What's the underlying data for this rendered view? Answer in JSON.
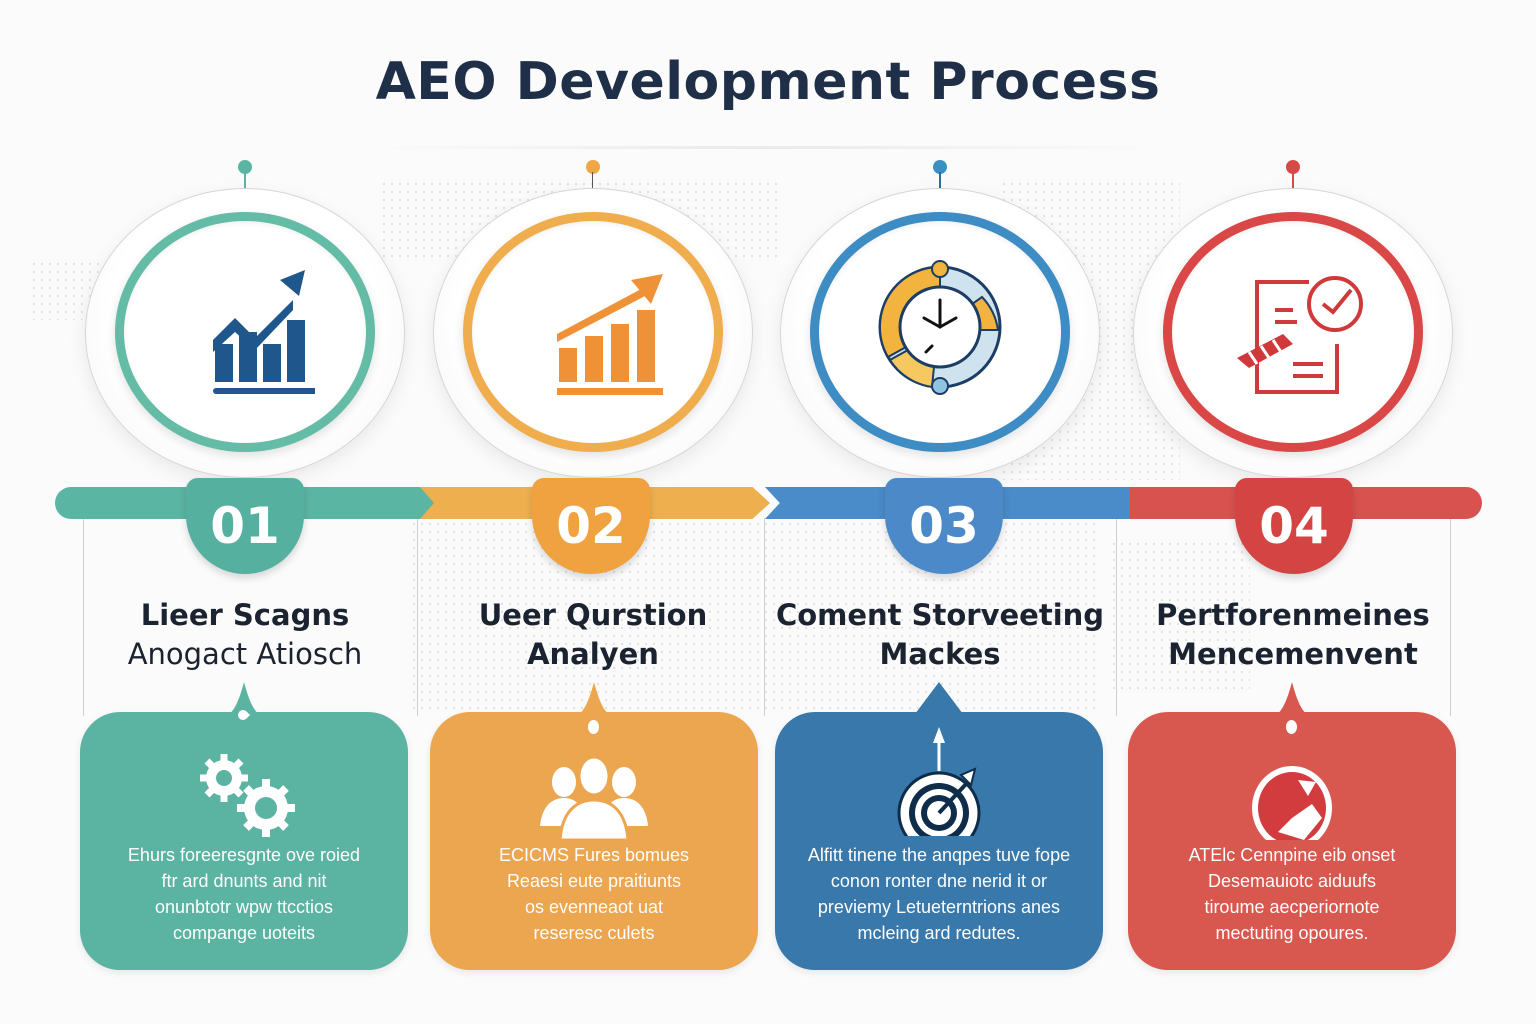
{
  "header": {
    "title": "AEO Development Process"
  },
  "colors": {
    "teal": "#5bb5a3",
    "orange": "#eba34c",
    "blue": "#3c7fb5",
    "red": "#d9534f",
    "title": "#1f2f47"
  },
  "stages": [
    {
      "number": "01",
      "title_line1": "Lieer Scagns",
      "title_line2": "Anogact Atiosch",
      "top_icon": "trending-chart-icon",
      "card_icon": "gears-icon",
      "card_lines": [
        "Ehurs foreeresgnte ove roied",
        "ftr ard dnunts and nit",
        "onunbtotr wpw ttcctios",
        "compange uoteits"
      ]
    },
    {
      "number": "02",
      "title_line1": "Ueer Qurstion",
      "title_line2": "Analyen",
      "top_icon": "bar-chart-growth-icon",
      "card_icon": "users-group-icon",
      "card_lines": [
        "ECICMS Fures bomues",
        "Reaesi eute praitiunts",
        "os evenneaot uat",
        "reseresc culets"
      ]
    },
    {
      "number": "03",
      "title_line1": "Coment Storveeting",
      "title_line2": "Mackes",
      "top_icon": "clock-cycle-icon",
      "card_icon": "target-arrow-icon",
      "card_lines": [
        "Alfitt tinene the anqpes tuve fope",
        "conon ronter dne nerid it or",
        "previemy Letueterntrions anes",
        "mcleing ard redutes."
      ]
    },
    {
      "number": "04",
      "title_line1": "Pertforenmeines",
      "title_line2": "Mencemenvent",
      "top_icon": "document-checklist-icon",
      "card_icon": "globe-icon",
      "card_lines": [
        "ATElc Cennpine eib onset",
        "Desemauiotc aiduufs",
        "tiroume aecperiornote",
        "mectuting opoures."
      ]
    }
  ]
}
